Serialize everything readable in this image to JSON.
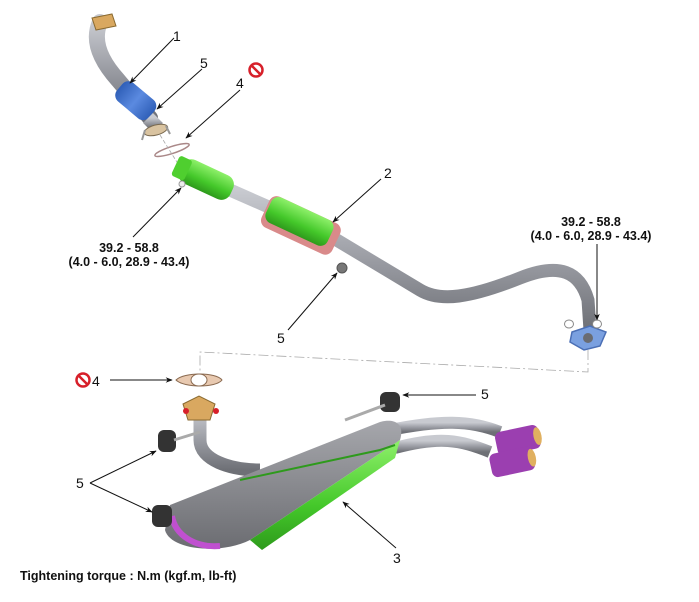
{
  "diagram": {
    "title": "Exhaust system components",
    "callouts": [
      {
        "id": "1",
        "label": "1",
        "part": "front-muffler-flex-pipe"
      },
      {
        "id": "2",
        "label": "2",
        "part": "center-muffler"
      },
      {
        "id": "3",
        "label": "3",
        "part": "main-muffler"
      },
      {
        "id": "4a",
        "label": "4",
        "part": "gasket",
        "note_icon": "do-not-reuse-icon"
      },
      {
        "id": "4b",
        "label": "4",
        "part": "gasket",
        "note_icon": "do-not-reuse-icon"
      },
      {
        "id": "5a",
        "label": "5",
        "part": "hanger-upper"
      },
      {
        "id": "5b",
        "label": "5",
        "part": "hanger-center"
      },
      {
        "id": "5c",
        "label": "5",
        "part": "hanger-rear-right"
      },
      {
        "id": "5d",
        "label": "5",
        "part": "hanger-rear-left"
      }
    ],
    "torque_specs": [
      {
        "line1": "39.2 - 58.8",
        "line2": "(4.0 - 6.0, 28.9 - 43.4)"
      },
      {
        "line1": "39.2 - 58.8",
        "line2": "(4.0 - 6.0, 28.9 - 43.4)"
      }
    ],
    "caption": "Tightening torque : N.m (kgf.m, lb-ft)",
    "colors": {
      "pipe": "#9a9ca3",
      "flex": "#3f6fc7",
      "catalyst": "#4fcf2f",
      "center_muffler_shell": "#d98a8a",
      "muffler_body": "#8d8e93",
      "tips": "#9b3fb0",
      "flange": "#d9a860",
      "no_reuse": "#d7202a",
      "blue_gasket": "#7aa0e0"
    }
  }
}
